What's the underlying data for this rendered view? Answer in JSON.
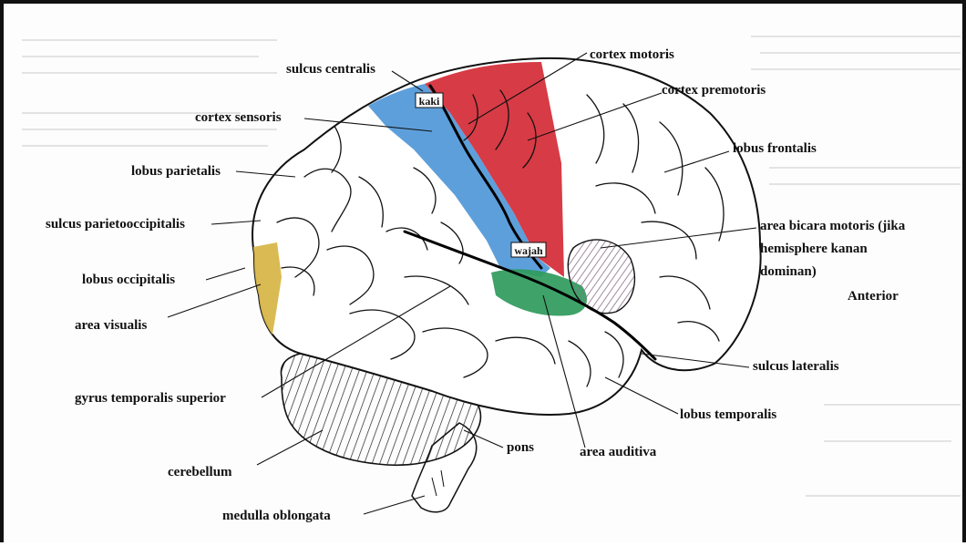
{
  "labels": {
    "sulcus_centralis": "sulcus centralis",
    "cortex_motoris": "cortex motoris",
    "cortex_premotoris": "cortex premotoris",
    "cortex_sensoris": "cortex sensoris",
    "lobus_frontalis": "lobus frontalis",
    "lobus_parietalis": "lobus parietalis",
    "sulcus_parietooccipitalis": "sulcus parietooccipitalis",
    "area_bicara_line1": "area bicara motoris (jika",
    "area_bicara_line2": "hemisphere kanan",
    "area_bicara_line3": "dominan)",
    "anterior": "Anterior",
    "lobus_occipitalis": "lobus occipitalis",
    "area_visualis": "area visualis",
    "sulcus_lateralis": "sulcus lateralis",
    "gyrus_temporalis_superior": "gyrus temporalis superior",
    "lobus_temporalis": "lobus temporalis",
    "pons": "pons",
    "area_auditiva": "area auditiva",
    "cerebellum": "cerebellum",
    "medulla_oblongata": "medulla oblongata"
  },
  "region_tags": {
    "kaki": "kaki",
    "wajah": "wajah"
  },
  "colors": {
    "motor_cortex": "#d42a35",
    "sensory_cortex": "#4f97d8",
    "auditory_area": "#2f9a5c",
    "visual_area": "#d8b64a",
    "speech_area_hatch": "#8a6f86",
    "brain_fill": "#ffffff",
    "outline": "#111111"
  }
}
